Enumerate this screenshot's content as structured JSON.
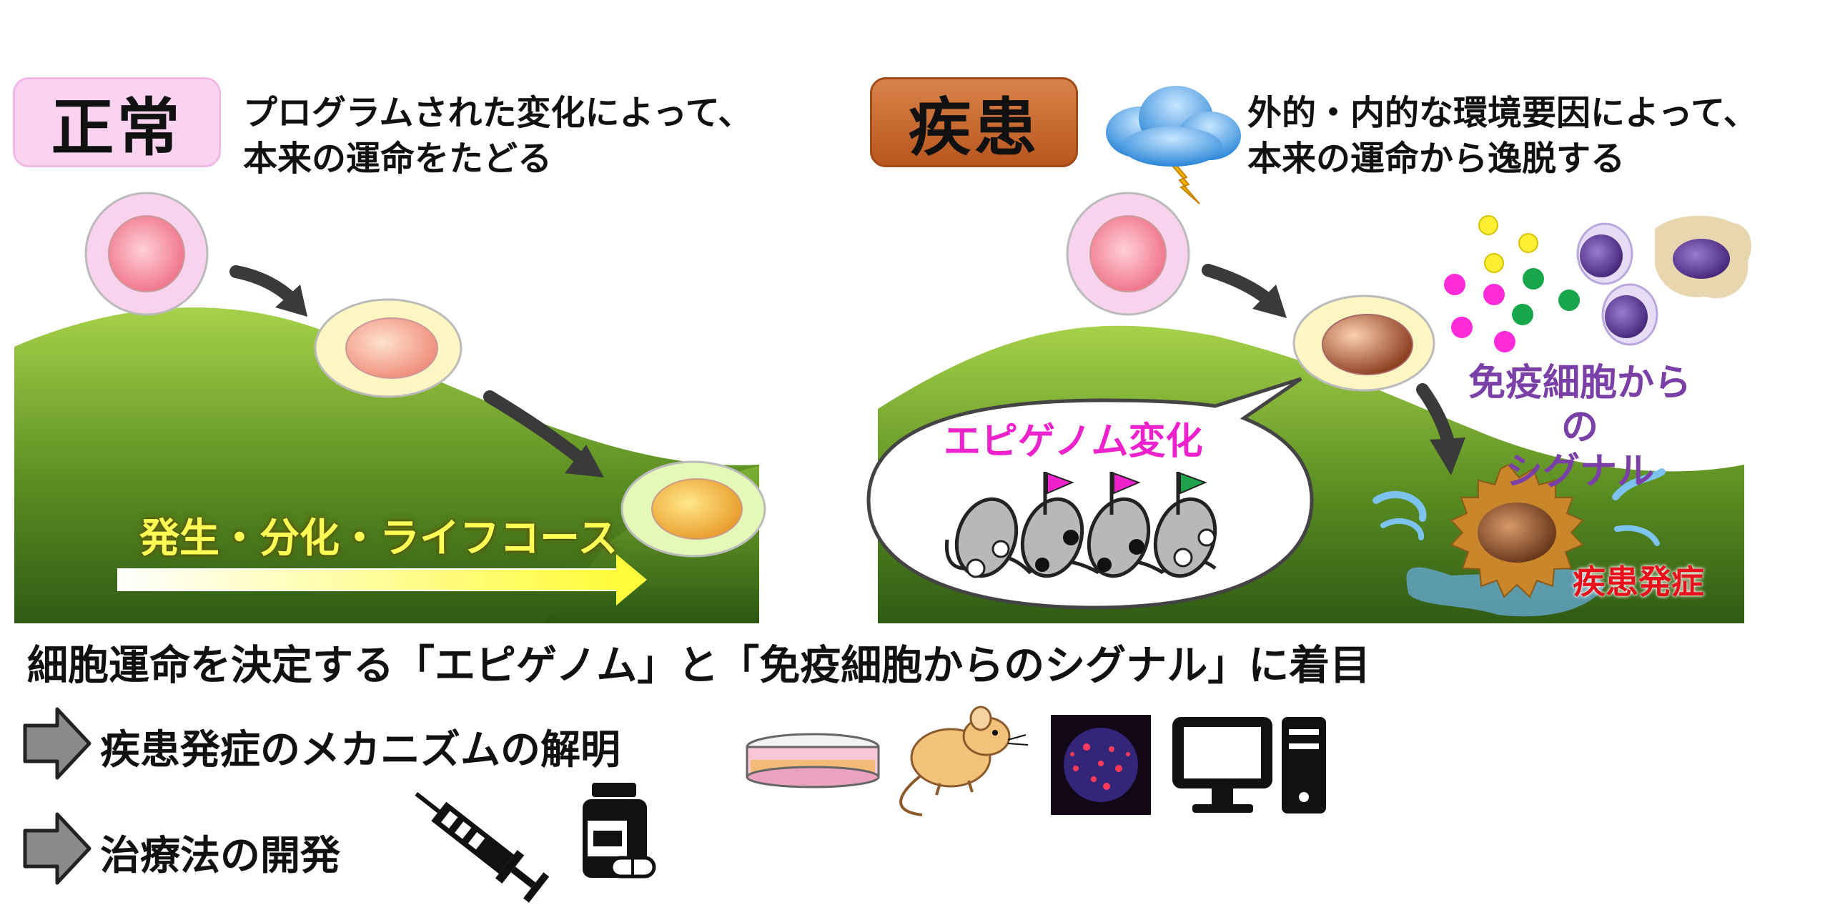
{
  "normal": {
    "label": "正常",
    "description_line1": "プログラムされた変化によって、",
    "description_line2": "本来の運命をたどる",
    "axis_label": "発生・分化・ライフコース"
  },
  "disease": {
    "label": "疾患",
    "description_line1": "外的・内的な環境要因によって、",
    "description_line2": "本来の運命から逸脱する",
    "epigenome_label": "エピゲノム変化",
    "immune_label_line1": "免疫細胞からの",
    "immune_label_line2": "シグナル",
    "onset_label": "疾患発症"
  },
  "bottom": {
    "title": "細胞運命を決定する「エピゲノム」と「免疫細胞からのシグナル」に着目",
    "goal1": "疾患発症のメカニズムの解明",
    "goal2": "治療法の開発"
  },
  "colors": {
    "hill_light": "#a6d24a",
    "hill_dark": "#2f5a14",
    "normal_badge": "#fbd3f0",
    "disease_badge": "#c8652a",
    "epigenome_text": "#ee22cc",
    "immune_text": "#7b3fa8",
    "onset_text": "#e8101a",
    "axis_text": "#ffff55"
  },
  "icons": [
    "storm-cloud-icon",
    "petri-dish-icon",
    "mouse-icon",
    "microscopy-image-icon",
    "computer-icon",
    "syringe-icon",
    "medicine-bottle-icon"
  ]
}
